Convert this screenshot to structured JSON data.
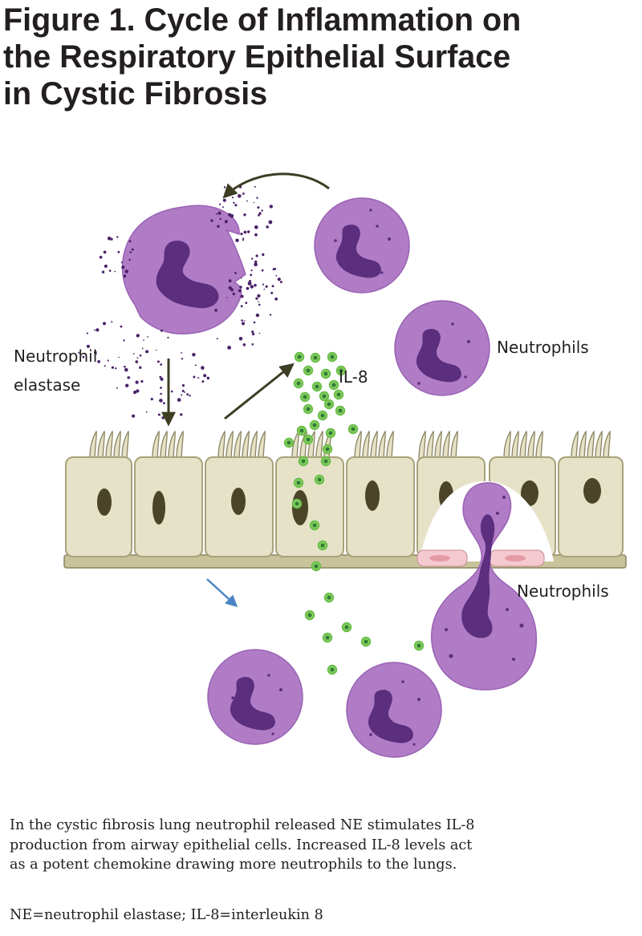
{
  "title": {
    "line1": "Figure 1. Cycle of Inflammation on",
    "line2": "the Respiratory Epithelial Surface",
    "line3": "in Cystic Fibrosis"
  },
  "diagram": {
    "label_neutrophil": "Neutrophil",
    "label_elastase": "elastase",
    "label_il8": "IL-8",
    "label_neutrophils_top": "Neutrophils",
    "label_neutrophils_bottom": "Neutrophils",
    "colors": {
      "cell_purple": "#b07cc6",
      "nucleus_purple": "#5b2e7e",
      "epithelium_beige": "#e6e2c8",
      "epithelial_nucleus": "#4a4528",
      "il8_green": "#6cc24a",
      "arrow_dark": "#3d3d24",
      "arrow_blue": "#4a86c5",
      "endothelial_pink": "#f4c9cf"
    }
  },
  "caption": {
    "line1": "In the cystic fibrosis lung neutrophil released NE stimulates IL-8",
    "line2": "production from airway epithelial cells. Increased IL-8 levels act",
    "line3": "as a potent chemokine drawing more neutrophils to the lungs."
  },
  "abbreviations": "NE=neutrophil elastase; IL-8=interleukin 8"
}
